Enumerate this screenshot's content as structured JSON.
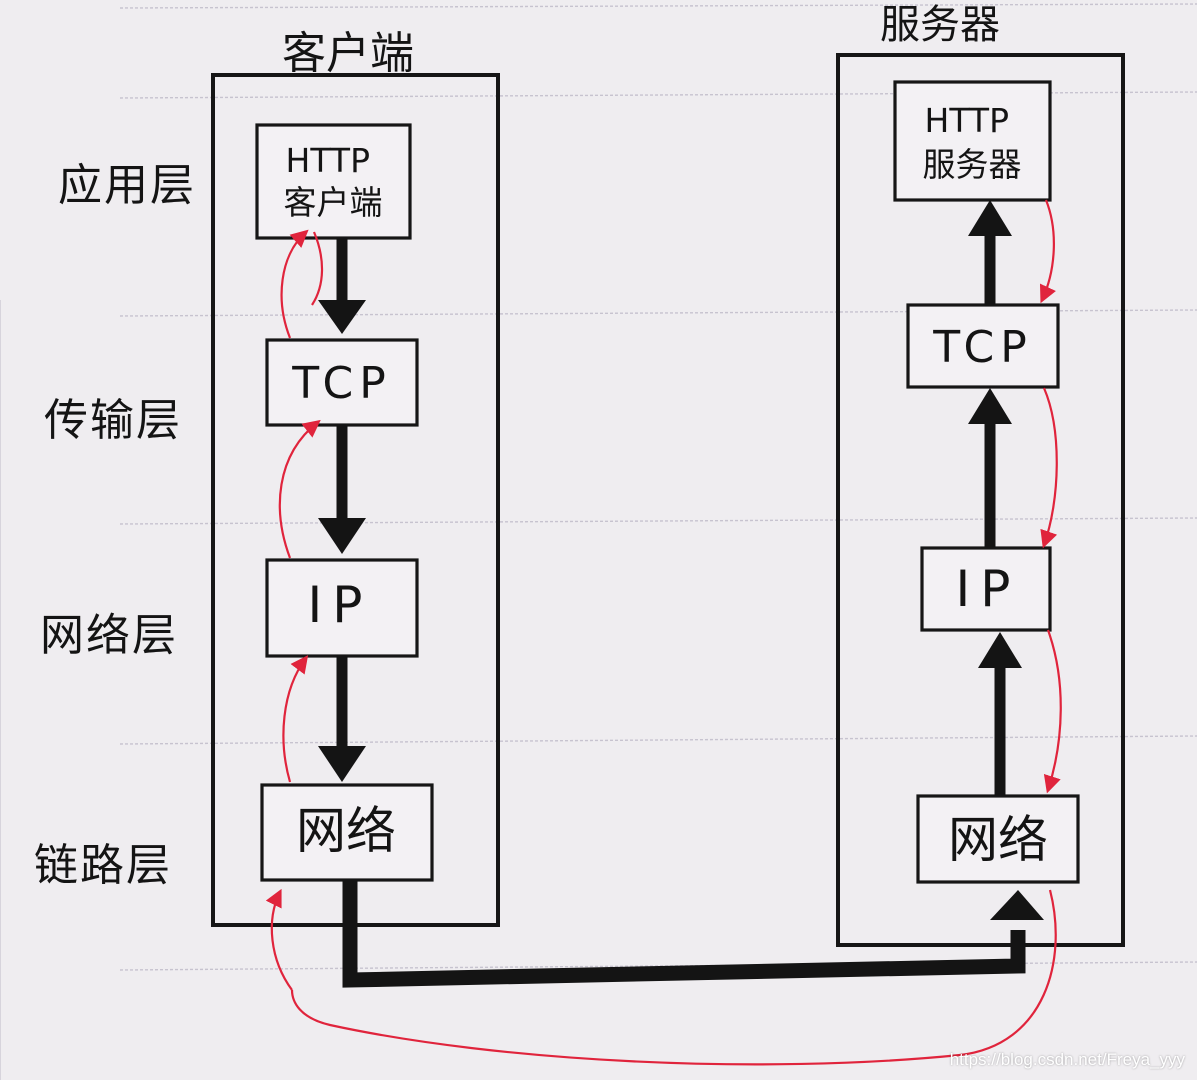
{
  "client": {
    "title": "客户端",
    "layers": [
      "HTTP\n客户端",
      "TCP",
      "IP",
      "网络"
    ]
  },
  "server": {
    "title": "服务器",
    "layers": [
      "HTTP\n服务器",
      "TCP",
      "IP",
      "网络"
    ]
  },
  "layer_labels": [
    "应用层",
    "传输层",
    "网络层",
    "链路层"
  ],
  "watermark": "https://blog.csdn.net/Freya_yyy",
  "colors": {
    "ink": "#141414",
    "red": "#e0243c",
    "paper": "#efedf0",
    "rule": "#c7c3cf"
  }
}
